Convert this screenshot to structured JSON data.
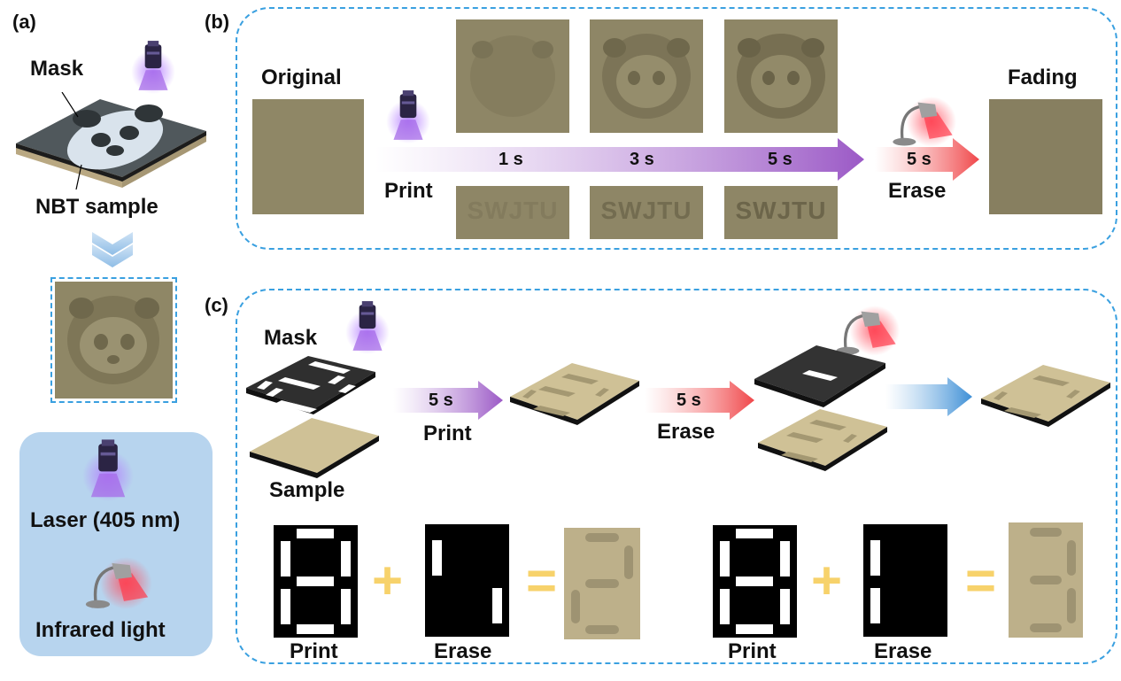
{
  "panels": {
    "a": {
      "label": "(a)",
      "mask_label": "Mask",
      "sample_label": "NBT sample",
      "legend": {
        "laser": "Laser (405 nm)",
        "infrared": "Infrared light"
      }
    },
    "b": {
      "label": "(b)",
      "original_label": "Original",
      "fading_label": "Fading",
      "print_label": "Print",
      "erase_label": "Erase",
      "print_times": [
        "1 s",
        "3 s",
        "5 s"
      ],
      "erase_time": "5 s",
      "bottom_strip_text": "SWJTU"
    },
    "c": {
      "label": "(c)",
      "mask_label": "Mask",
      "sample_label": "Sample",
      "print_time": "5 s",
      "print_label": "Print",
      "erase_time": "5 s",
      "erase_label": "Erase",
      "equation_left": {
        "print_label": "Print",
        "erase_label": "Erase"
      },
      "equation_right": {
        "print_label": "Print",
        "erase_label": "Erase"
      },
      "plus": "+",
      "equals": "="
    }
  },
  "colors": {
    "dash": "#3aa0e0",
    "print_arrow": "#9b59c6",
    "erase_arrow": "#f0474a",
    "blue_arrow": "#3d8fd6",
    "legend_bg": "#b7d4ee",
    "operator": "#f7d26b"
  }
}
